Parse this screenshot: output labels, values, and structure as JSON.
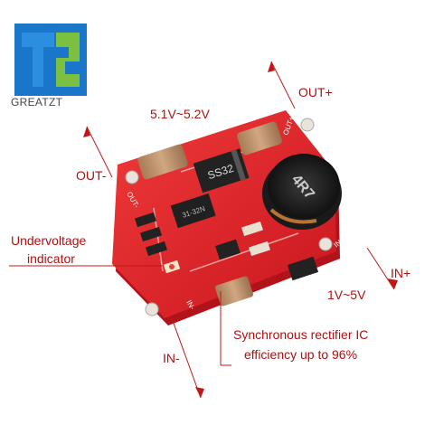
{
  "brand": {
    "name": "GREATZT",
    "primary_color": "#1976c8",
    "accent_color": "#7bc040"
  },
  "labels": {
    "voltage_out": "5.1V~5.2V",
    "out_plus": "OUT+",
    "out_minus": "OUT-",
    "undervoltage_line1": "Undervoltage",
    "undervoltage_line2": "indicator",
    "in_plus": "IN+",
    "voltage_in": "1V~5V",
    "rectifier_line1": "Synchronous rectifier IC",
    "rectifier_line2": "efficiency up to 96%",
    "in_minus": "IN-"
  },
  "board": {
    "pcb_color": "#e0202a",
    "inductor_code": "4R7",
    "diode_code": "SS32",
    "ic_code": "31-32N",
    "silkscreen_out_plus": "OUT+",
    "silkscreen_in_plus": "IN+",
    "silkscreen_in_minus": "IN-",
    "silkscreen_out_minus": "OUT-"
  },
  "colors": {
    "label_red": "#b01010",
    "arrow_color": "#c01818"
  }
}
